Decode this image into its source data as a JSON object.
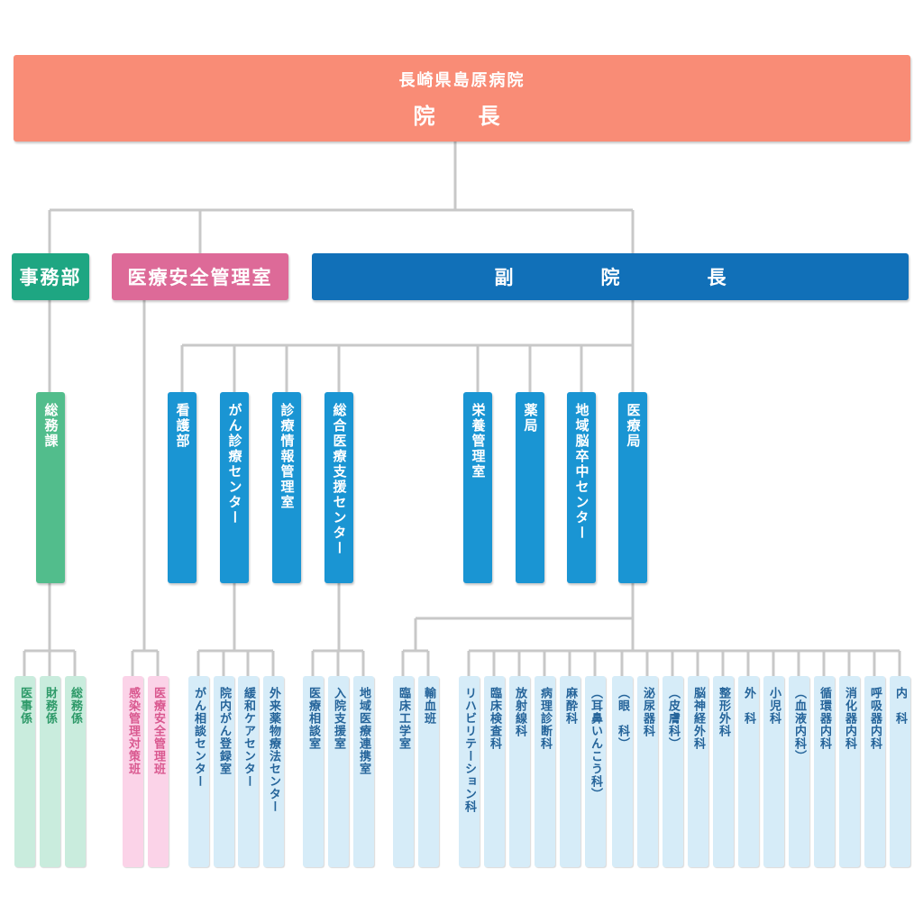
{
  "hospital": {
    "name": "長崎県島原病院",
    "head": "院　長"
  },
  "divisions": {
    "admin": "事務部",
    "safety": "医療安全管理室",
    "deputy": "副　院　長"
  },
  "admin_section": "総務課",
  "admin_units": [
    "医事係",
    "財務係",
    "総務係"
  ],
  "safety_units": [
    "感染管理対策班",
    "医療安全管理班"
  ],
  "departments_left": [
    "看護部",
    "がん診療センター",
    "診療情報管理室",
    "総合医療支援センター"
  ],
  "departments_right": [
    "栄養管理室",
    "薬局",
    "地域脳卒中センター",
    "医療局"
  ],
  "cancer_units": [
    "がん相談センター",
    "院内がん登録室",
    "緩和ケアセンター",
    "外来薬物療法センター"
  ],
  "support_units": [
    "医療相談室",
    "入院支援室",
    "地域医療連携室"
  ],
  "medical_units": [
    "臨床工学室",
    "輸血班"
  ],
  "clinical_departments": [
    "リハビリテーション科",
    "臨床検査科",
    "放射線科",
    "病理診断科",
    "麻酔科",
    "（耳鼻いんこう科）",
    "（眼　科）",
    "泌尿器科",
    "（皮膚科）",
    "脳神経外科",
    "整形外科",
    "外　科",
    "小児科",
    "（血液内科）",
    "循環器内科",
    "消化器内科",
    "呼吸器内科",
    "内　科"
  ],
  "colors": {
    "top": "#f98c76",
    "admin": "#1ea682",
    "safety": "#dd6a98",
    "deputy": "#1170b8",
    "department": "#1a95d3",
    "line": "#c8c8c8"
  }
}
